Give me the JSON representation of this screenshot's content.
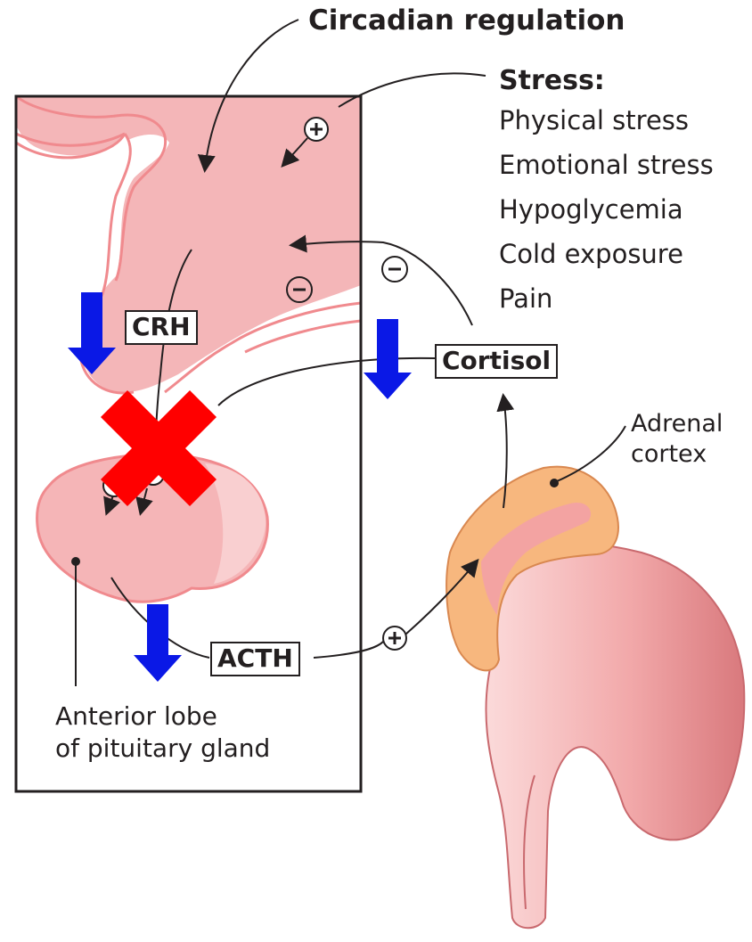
{
  "labels": {
    "circadian": "Circadian regulation",
    "stress_title": "Stress:",
    "stress_items": [
      "Physical stress",
      "Emotional stress",
      "Hypoglycemia",
      "Cold exposure",
      "Pain"
    ],
    "crh": "CRH",
    "cortisol": "Cortisol",
    "acth": "ACTH",
    "adrenal_line1": "Adrenal",
    "adrenal_line2": "cortex",
    "pituitary_line1": "Anterior lobe",
    "pituitary_line2": "of pituitary gland"
  },
  "signs": {
    "plus": "+",
    "minus": "−"
  },
  "colors": {
    "hypothalamus_fill": "#f4b6b8",
    "hypothalamus_light": "#f9d0d0",
    "outline": "#f08a8e",
    "blue_arrow": "#0a18e6",
    "red_x": "#ff0000",
    "kidney": "#f2a7a8",
    "adrenal": "#f7b77e"
  }
}
